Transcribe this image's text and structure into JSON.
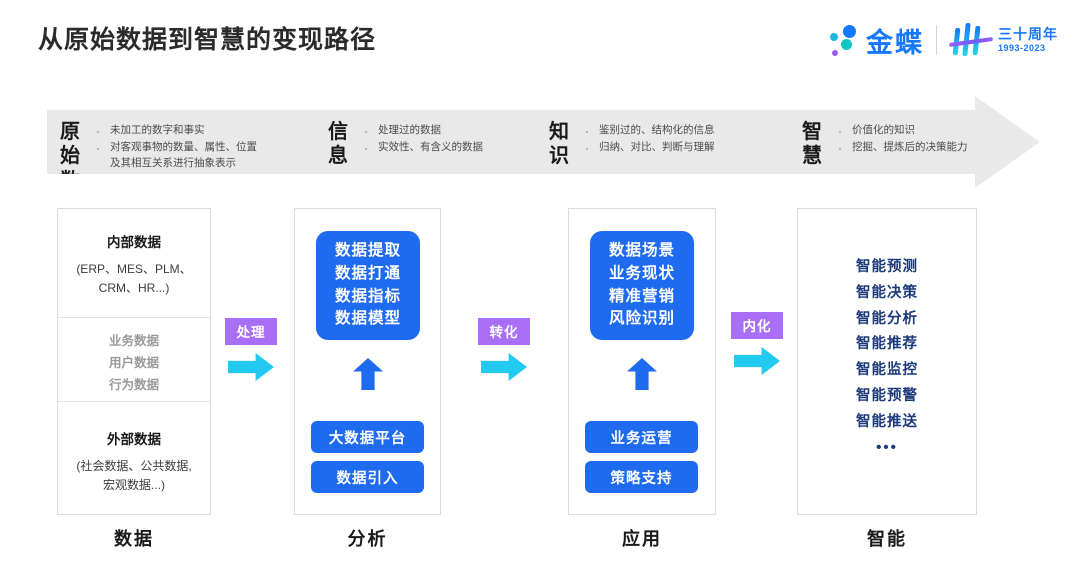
{
  "header": {
    "title": "从原始数据到智慧的变现路径",
    "logo": {
      "name": "金蝶",
      "anniversary_title": "三十周年",
      "anniversary_years": "1993-2023"
    }
  },
  "banner": {
    "stages": [
      {
        "name_lines": [
          "原始",
          "数据"
        ],
        "points": [
          "未加工的数字和事实",
          "对客观事物的数量、属性、位置及其相互关系进行抽象表示"
        ]
      },
      {
        "name_lines": [
          "信",
          "息"
        ],
        "points": [
          "处理过的数据",
          "实效性、有含义的数据"
        ]
      },
      {
        "name_lines": [
          "知",
          "识"
        ],
        "points": [
          "鉴别过的、结构化的信息",
          "归纳、对比、判断与理解"
        ]
      },
      {
        "name_lines": [
          "智",
          "慧"
        ],
        "points": [
          "价值化的知识",
          "挖掘、提炼后的决策能力"
        ]
      }
    ]
  },
  "columns": [
    {
      "footer_label": "数据",
      "internal": {
        "title": "内部数据",
        "sub_lines": [
          "(ERP、MES、PLM、",
          "CRM、HR...)"
        ]
      },
      "middle_lines": [
        "业务数据",
        "用户数据",
        "行为数据"
      ],
      "external": {
        "title": "外部数据",
        "sub_lines": [
          "(社会数据、公共数据,",
          "宏观数据...)"
        ]
      }
    },
    {
      "footer_label": "分析",
      "main_box_lines": [
        "数据提取",
        "数据打通",
        "数据指标",
        "数据模型"
      ],
      "pills": [
        "大数据平台",
        "数据引入"
      ]
    },
    {
      "footer_label": "应用",
      "main_box_lines": [
        "数据场景",
        "业务现状",
        "精准营销",
        "风险识别"
      ],
      "pills": [
        "业务运营",
        "策略支持"
      ]
    },
    {
      "footer_label": "智能",
      "intel_items": [
        "智能预测",
        "智能决策",
        "智能分析",
        "智能推荐",
        "智能监控",
        "智能预警",
        "智能推送"
      ],
      "intel_ellipsis": "•••"
    }
  ],
  "connectors": [
    {
      "label": "处理"
    },
    {
      "label": "转化"
    },
    {
      "label": "内化"
    }
  ],
  "colors": {
    "accent_blue": "#1f6bf0",
    "brand_blue": "#1677ff",
    "connector_purple": "#a86ef5",
    "connector_cyan": "#22c9f0",
    "banner_gray": "#e9e9e9",
    "intel_navy": "#1d3a7a"
  }
}
